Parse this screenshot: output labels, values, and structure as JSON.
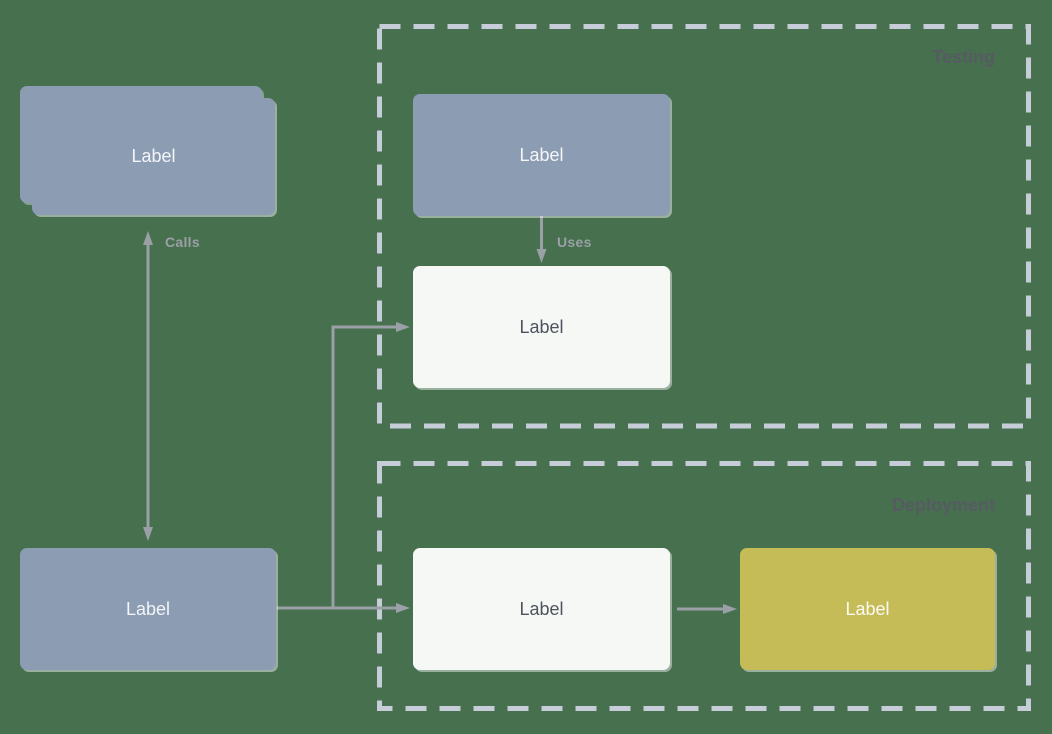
{
  "diagram": {
    "nodes": {
      "stacked": {
        "label": "Label"
      },
      "left_bottom": {
        "label": "Label"
      },
      "testing_blue": {
        "label": "Label"
      },
      "testing_white": {
        "label": "Label"
      },
      "deployment_white": {
        "label": "Label"
      },
      "deployment_yellow": {
        "label": "Label"
      }
    },
    "containers": {
      "testing": {
        "label": "Testing"
      },
      "deployment": {
        "label": "Deployment"
      }
    },
    "edges": {
      "calls": {
        "label": "Calls"
      },
      "uses": {
        "label": "Uses"
      }
    },
    "colors": {
      "background": "#47704f",
      "node_blue": "#8c9cb3",
      "node_white": "#f6f8f6",
      "node_yellow": "#c5bb57",
      "container_dash": "#c7cdd8",
      "arrow_gray": "#9aa0a6",
      "edge_label_gray": "#9aa0a6",
      "container_label_gray": "#565b62"
    }
  }
}
